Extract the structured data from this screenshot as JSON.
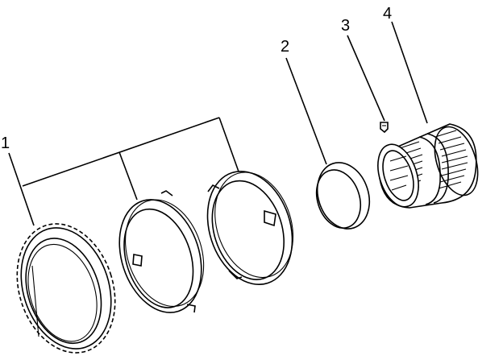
{
  "callouts": {
    "one": "1",
    "two": "2",
    "three": "3",
    "four": "4"
  }
}
